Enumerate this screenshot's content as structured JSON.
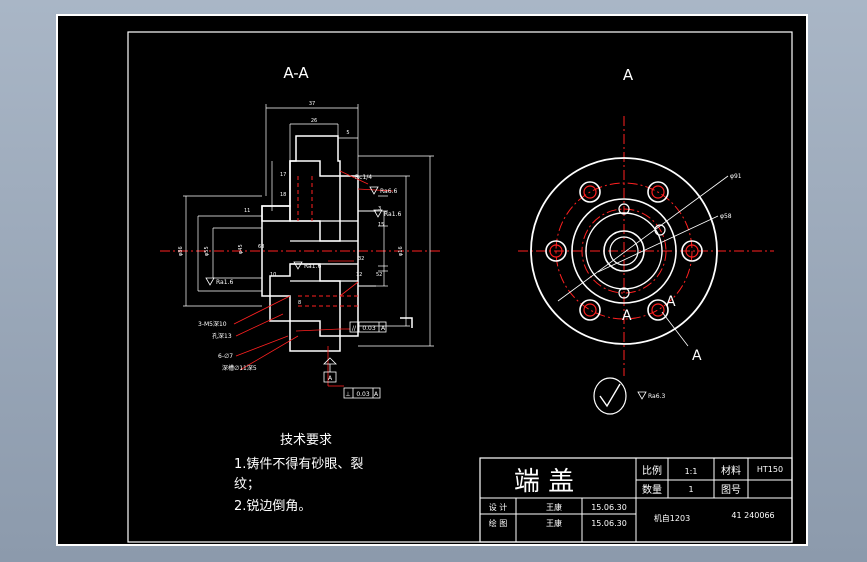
{
  "section_view": {
    "label": "A-A",
    "dims": {
      "d37": "37",
      "d26": "26",
      "d5": "5",
      "d17": "17",
      "d18": "18",
      "d11": "11",
      "d10": "10",
      "d3": "3",
      "d15": "15",
      "d12": "12",
      "d32": "32",
      "d52": "52",
      "d8": "8",
      "d68": "68",
      "d86": "φ86",
      "d55": "φ55",
      "d45": "φ45",
      "d16": "φ16"
    },
    "rc_ra": "Rc1/4",
    "rough1": "Ra6.6",
    "rough2": "Ra1.6",
    "rough3": "Ra1.6",
    "rough4": "Ra1.6",
    "hole_note1": "3-M5深10",
    "hole_note2": "孔深13",
    "hole_note3": "6-∅7",
    "hole_note4": "深槽∅11深5",
    "tol1_sym": "//",
    "tol1_val": "0.03",
    "tol1_ref": "A",
    "tol2_sym": "⊥",
    "tol2_val": "0.03",
    "tol2_ref": "A",
    "datum": "A"
  },
  "front_view": {
    "label": "A",
    "dim1": "φ91",
    "dim2": "φ58",
    "cut_a1": "A",
    "cut_a2": "A",
    "cut_a3": "A"
  },
  "general_roughness": "Ra6.3",
  "tech_req": {
    "title": "技术要求",
    "line1": "1.铸件不得有砂眼、裂",
    "line1b": "纹；",
    "line2": "2.锐边倒角。"
  },
  "title_block": {
    "part_name": "端 盖",
    "scale_label": "比例",
    "scale_value": "1:1",
    "material_label": "材料",
    "material_value": "HT150",
    "qty_label": "数量",
    "qty_value": "1",
    "drawing_no_label": "图号",
    "design_label": "设 计",
    "draw_label": "绘 图",
    "designer": "王康",
    "drafter": "王康",
    "design_date": "15.06.30",
    "draw_date": "15.06.30",
    "unit": "机自1203",
    "code": "41 240066"
  }
}
